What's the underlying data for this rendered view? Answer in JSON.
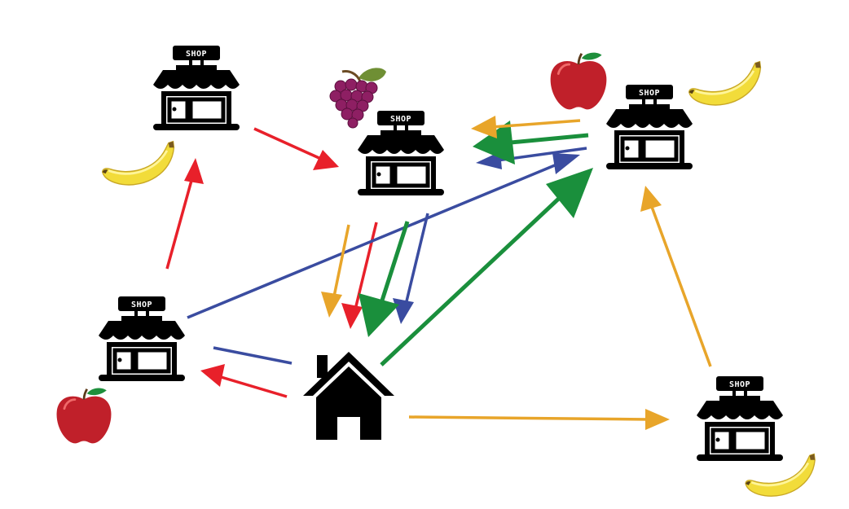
{
  "shop_sign": "SHOP",
  "colors": {
    "red": "#e8202a",
    "blue": "#3a4ca0",
    "green": "#1a8f3c",
    "orange": "#e8a52a",
    "black": "#000000"
  },
  "nodes": [
    {
      "id": "shop-top-left",
      "kind": "shop",
      "fruit": "banana-icon"
    },
    {
      "id": "shop-center",
      "kind": "shop",
      "fruit": "grapes-icon"
    },
    {
      "id": "shop-top-right",
      "kind": "shop",
      "fruit": "apple-icon banana-icon"
    },
    {
      "id": "shop-left",
      "kind": "shop",
      "fruit": "apple-icon"
    },
    {
      "id": "shop-bottom-right",
      "kind": "shop",
      "fruit": "banana-icon"
    },
    {
      "id": "home",
      "kind": "house",
      "fruit": ""
    }
  ],
  "routes": [
    {
      "color": "red",
      "path": [
        "home",
        "shop-left",
        "shop-top-left",
        "shop-center",
        "home"
      ]
    },
    {
      "color": "blue",
      "path": [
        "home",
        "shop-left",
        "shop-top-right",
        "shop-center",
        "home"
      ]
    },
    {
      "color": "green",
      "path": [
        "home",
        "shop-top-right",
        "shop-center",
        "home"
      ]
    },
    {
      "color": "orange",
      "path": [
        "home",
        "shop-bottom-right",
        "shop-top-right",
        "shop-center",
        "home"
      ]
    }
  ]
}
